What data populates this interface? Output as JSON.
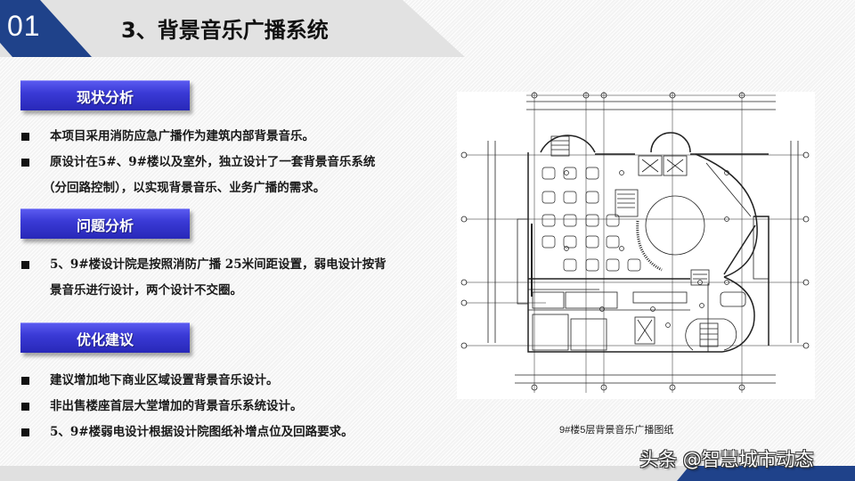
{
  "header": {
    "section_number": "01",
    "title": "3、背景音乐广播系统",
    "accent_color": "#1f428a"
  },
  "sections": [
    {
      "label": "现状分析",
      "items": [
        [
          "本项目采用消防应急广播作为建筑内部背景音乐。"
        ],
        [
          "原设计在5#、9#楼以及室外，独立设计了一套背景音乐系统",
          "（分回路控制），以实现背景音乐、业务广播的需求。"
        ]
      ]
    },
    {
      "label": "问题分析",
      "items": [
        [
          "5、9#楼设计院是按照消防广播 25米间距设置，弱电设计按背",
          "景音乐进行设计，两个设计不交圈。"
        ]
      ]
    },
    {
      "label": "优化建议",
      "items": [
        [
          "建议增加地下商业区域设置背景音乐设计。"
        ],
        [
          "非出售楼座首层大堂增加的背景音乐系统设计。"
        ],
        [
          "5、9#楼弱电设计根据设计院图纸补增点位及回路要求。"
        ]
      ]
    }
  ],
  "drawing": {
    "caption": "9#楼5层背景音乐广播图纸",
    "type": "architectural-floor-plan"
  },
  "watermark": "头条 @智慧城市动态",
  "colors": {
    "badge_blue": "#3a3ad6",
    "footer_blue": "#1f428a"
  }
}
